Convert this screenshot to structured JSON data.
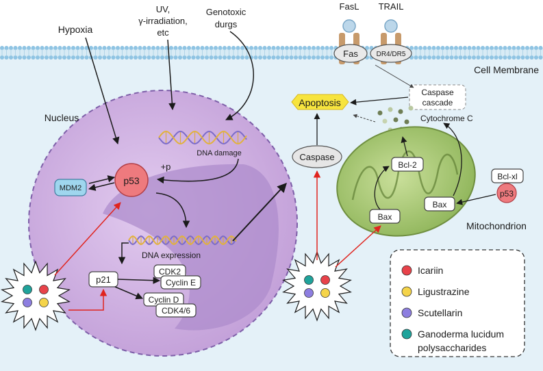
{
  "labels": {
    "hypoxia": "Hypoxia",
    "uv": [
      "UV,",
      "γ-irradiation,",
      "etc"
    ],
    "genotoxic": [
      "Genotoxic",
      "durgs"
    ],
    "fasl": "FasL",
    "trail": "TRAIL",
    "fas": "Fas",
    "dr45": "DR4/DR5",
    "cell_membrane": "Cell Membrane",
    "nucleus": "Nucleus",
    "dna_damage": "DNA damage",
    "plus_p": "+p",
    "p53": "p53",
    "mdm2": "MDM2",
    "dna_expression": "DNA expression",
    "p21": "p21",
    "cdk2": "CDK2",
    "cyclin_e": "Cyclin E",
    "cyclin_d": "Cyclin D",
    "cdk46": "CDK4/6",
    "apoptosis": "Apoptosis",
    "caspase_cascade": [
      "Caspase",
      "cascade"
    ],
    "cytochrome_c": "Cytochrome C",
    "caspase": "Caspase",
    "bcl2": "Bcl-2",
    "bax_inner": "Bax",
    "bax_outer": "Bax",
    "bclxl": "Bcl-xl",
    "p53_small": "p53",
    "mitochondrion": "Mitochondrion"
  },
  "legend": {
    "items": [
      {
        "label": [
          "Icariin"
        ],
        "color": "#e8424a"
      },
      {
        "label": [
          "Ligustrazine"
        ],
        "color": "#f5d44a"
      },
      {
        "label": [
          "Scutellarin"
        ],
        "color": "#8d7ee0"
      },
      {
        "label": [
          "Ganoderma lucidum",
          "polysaccharides"
        ],
        "color": "#1fa39b"
      }
    ]
  },
  "colors": {
    "background": "#e4f1f8",
    "membrane": "#8fc4e3",
    "nucleus": "#c5a5d9",
    "nucleolus": "#a88bc9",
    "mitochondrion": "#9bbf63",
    "p53": "#ee7a7e",
    "mdm2": "#9fd6ee",
    "apoptosis": "#f7e43e",
    "red_arrow": "#e0241e"
  },
  "icons": {
    "receptor": "death-receptor-icon",
    "drug_burst": "compound-mix-icon",
    "dna": "dna-helix-icon"
  }
}
